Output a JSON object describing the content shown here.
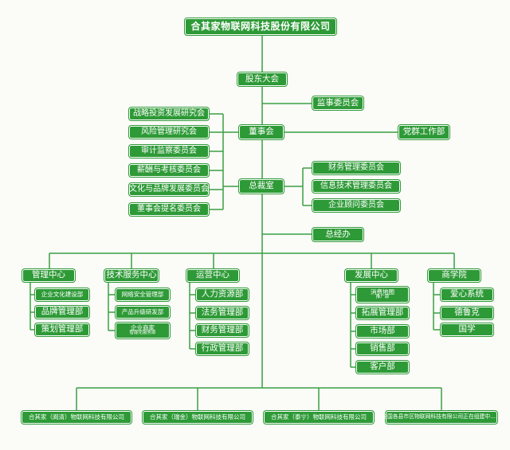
{
  "colors": {
    "box": "#2e9a37",
    "line": "#3aa043",
    "background": "#fbfbf7"
  },
  "company": "合其家物联网科技股份有限公司",
  "shareholders": "股东大会",
  "supervisory": "监事委员会",
  "board": "董事会",
  "party": "党群工作部",
  "board_committees": [
    "战略投资发展研究会",
    "风险管理研究会",
    "审计监察委员会",
    "薪酬与考核委员会",
    "文化与品牌发展委员会",
    "董事会提名委员会"
  ],
  "ceo": "总裁室",
  "ceo_committees": [
    "财务管理委员会",
    "信息技术管理委员会",
    "企业顾问委员会"
  ],
  "gm": "总经办",
  "centers": {
    "management": {
      "name": "管理中心",
      "items": [
        "企业文化建设部",
        "品牌管理部",
        "策划管理部"
      ]
    },
    "tech": {
      "name": "技术服务中心",
      "items": [
        "网络安全管理部",
        "产品升级研发部"
      ],
      "special": {
        "line1": "企业商家",
        "line2": "智能化服务部"
      }
    },
    "ops": {
      "name": "运营中心",
      "items": [
        "人力资源部",
        "法务管理部",
        "财务管理部",
        "行政管理部"
      ]
    },
    "dev": {
      "name": "发展中心",
      "special": {
        "line1": "消费地图",
        "line2": "推广部"
      },
      "items": [
        "拓展管理部",
        "市场部",
        "销售部",
        "客户部"
      ]
    },
    "academy": {
      "name": "商学院",
      "items": [
        "爱心系统",
        "德鲁克",
        "国学"
      ]
    }
  },
  "subsidiaries": [
    "合其家（阆清）物联网科技有限公司",
    "合其家（瑞金）物联网科技有限公司",
    "合其家（泰宁）物联网科技有限公司",
    "全国各县市区物联网科技有限公司正在组建中……"
  ]
}
